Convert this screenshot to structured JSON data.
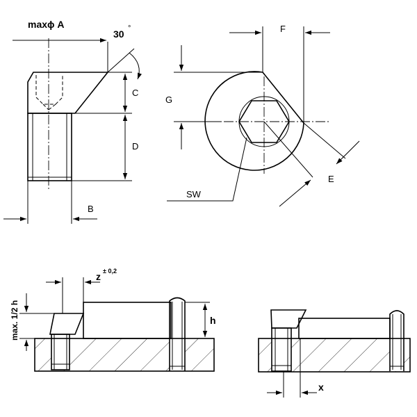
{
  "labels": {
    "max_a": "maxϕ A",
    "angle": "30",
    "degree": "°",
    "c": "C",
    "d": "D",
    "b": "B",
    "f": "F",
    "g": "G",
    "e": "E",
    "sw": "SW",
    "z": "z",
    "z_tol": "± 0,2",
    "max_half_h": "max. 1/2 h",
    "h": "h",
    "x": "x"
  }
}
